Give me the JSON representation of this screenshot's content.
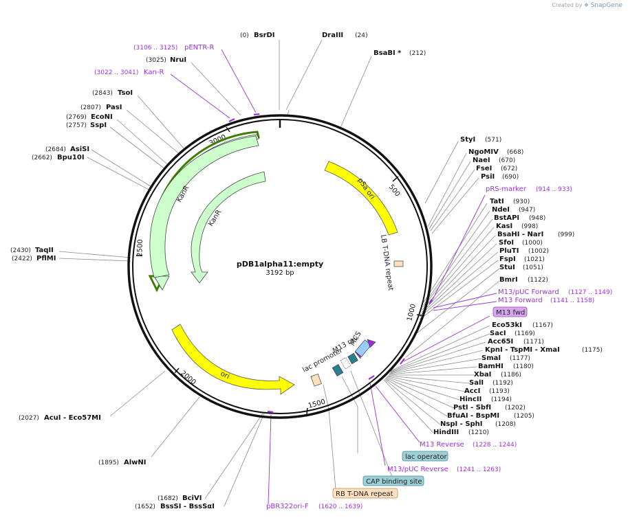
{
  "brand": {
    "created_by": "Created by",
    "app": "SnapGene"
  },
  "plasmid": {
    "name": "pDB1alpha11:empty",
    "size": "3192 bp"
  },
  "ticks": [
    "500",
    "1000",
    "1500",
    "2000",
    "2500",
    "3000"
  ],
  "colors": {
    "primer": "#9b30d9",
    "ori": "#ffff00",
    "kanr": "#ccffcc",
    "mcs": "#99ccff",
    "lac_operator": "#9ccfd6",
    "rb_tdna": "#ffe0bf"
  },
  "features": {
    "psa_ori": "pSa ori",
    "lb_tdna": "LB T-DNA repeat",
    "kanr_outer": "KanR",
    "kanr_inner": "KanR",
    "ori": "ori",
    "m13_rev": "M13 rev",
    "mcs": "MCS",
    "lac_promoter": "lac promoter",
    "m13_fwd": "M13 fwd",
    "lac_operator": "lac operator",
    "cap_site": "CAP binding site",
    "rb_tdna": "RB T-DNA repeat"
  },
  "enzymes_left": [
    {
      "pos": "(0)",
      "name": "BsrDI"
    },
    {
      "pos": "(3025)",
      "name": "NruI"
    },
    {
      "pos": "(2843)",
      "name": "TsoI"
    },
    {
      "pos": "(2807)",
      "name": "PasI"
    },
    {
      "pos": "(2769)",
      "name": "EcoNI"
    },
    {
      "pos": "(2757)",
      "name": "SspI"
    },
    {
      "pos": "(2684)",
      "name": "AsiSI"
    },
    {
      "pos": "(2662)",
      "name": "Bpu10I"
    },
    {
      "pos": "(2430)",
      "name": "TaqII"
    },
    {
      "pos": "(2422)",
      "name": "PflMI"
    },
    {
      "pos": "(2027)",
      "name": "AcuI   - Eco57MI"
    },
    {
      "pos": "(1895)",
      "name": "AlwNI"
    },
    {
      "pos": "(1682)",
      "name": "BciVI"
    },
    {
      "pos": "(1652)",
      "name": "BssSI   - BssSαI"
    }
  ],
  "enzymes_top": [
    {
      "name": "DraIII",
      "pos": "(24)"
    },
    {
      "name": "BsaBI *",
      "pos": "(212)"
    }
  ],
  "enzymes_right": [
    {
      "name": "StyI",
      "pos": "(571)"
    },
    {
      "name": "NgoMIV",
      "pos": "(668)"
    },
    {
      "name": "NaeI",
      "pos": "(670)"
    },
    {
      "name": "FseI",
      "pos": "(672)"
    },
    {
      "name": "PsiI",
      "pos": "(690)"
    },
    {
      "name": "TatI",
      "pos": "(930)"
    },
    {
      "name": "NdeI",
      "pos": "(947)"
    },
    {
      "name": "BstAPI",
      "pos": "(948)"
    },
    {
      "name": "KasI",
      "pos": "(998)"
    },
    {
      "name": "BsaHI   - NarI",
      "pos": "(999)"
    },
    {
      "name": "SfoI",
      "pos": "(1000)"
    },
    {
      "name": "PluTI",
      "pos": "(1002)"
    },
    {
      "name": "FspI",
      "pos": "(1021)"
    },
    {
      "name": "StuI",
      "pos": "(1051)"
    },
    {
      "name": "BmrI",
      "pos": "(1122)"
    },
    {
      "name": "Eco53kI",
      "pos": "(1167)"
    },
    {
      "name": "SacI",
      "pos": "(1169)"
    },
    {
      "name": "Acc65I",
      "pos": "(1171)"
    },
    {
      "name": "KpnI   - TspMI   - XmaI",
      "pos": "(1175)"
    },
    {
      "name": "SmaI",
      "pos": "(1177)"
    },
    {
      "name": "BamHI",
      "pos": "(1180)"
    },
    {
      "name": "XbaI",
      "pos": "(1186)"
    },
    {
      "name": "SalI",
      "pos": "(1192)"
    },
    {
      "name": "AccI",
      "pos": "(1193)"
    },
    {
      "name": "HincII",
      "pos": "(1194)"
    },
    {
      "name": "PstI   - SbfI",
      "pos": "(1202)"
    },
    {
      "name": "BfuAI   - BspMI",
      "pos": "(1205)"
    },
    {
      "name": "NspI   - SphI",
      "pos": "(1208)"
    },
    {
      "name": "HindIII",
      "pos": "(1210)"
    }
  ],
  "primers": [
    {
      "pos": "(3106 .. 3125)",
      "name": "pENTR-R"
    },
    {
      "pos": "(3022 .. 3041)",
      "name": "Kan-R"
    },
    {
      "name": "pRS-marker",
      "pos": "(914 .. 933)"
    },
    {
      "name": "M13/pUC Forward",
      "pos": "(1127 .. 1149)"
    },
    {
      "name": "M13 Forward",
      "pos": "(1141 .. 1158)"
    },
    {
      "name": "M13 Reverse",
      "pos": "(1228 .. 1244)"
    },
    {
      "name": "M13/pUC Reverse",
      "pos": "(1241 .. 1263)"
    },
    {
      "name": "pBR322ori-F",
      "pos": "(1620 .. 1639)"
    }
  ]
}
